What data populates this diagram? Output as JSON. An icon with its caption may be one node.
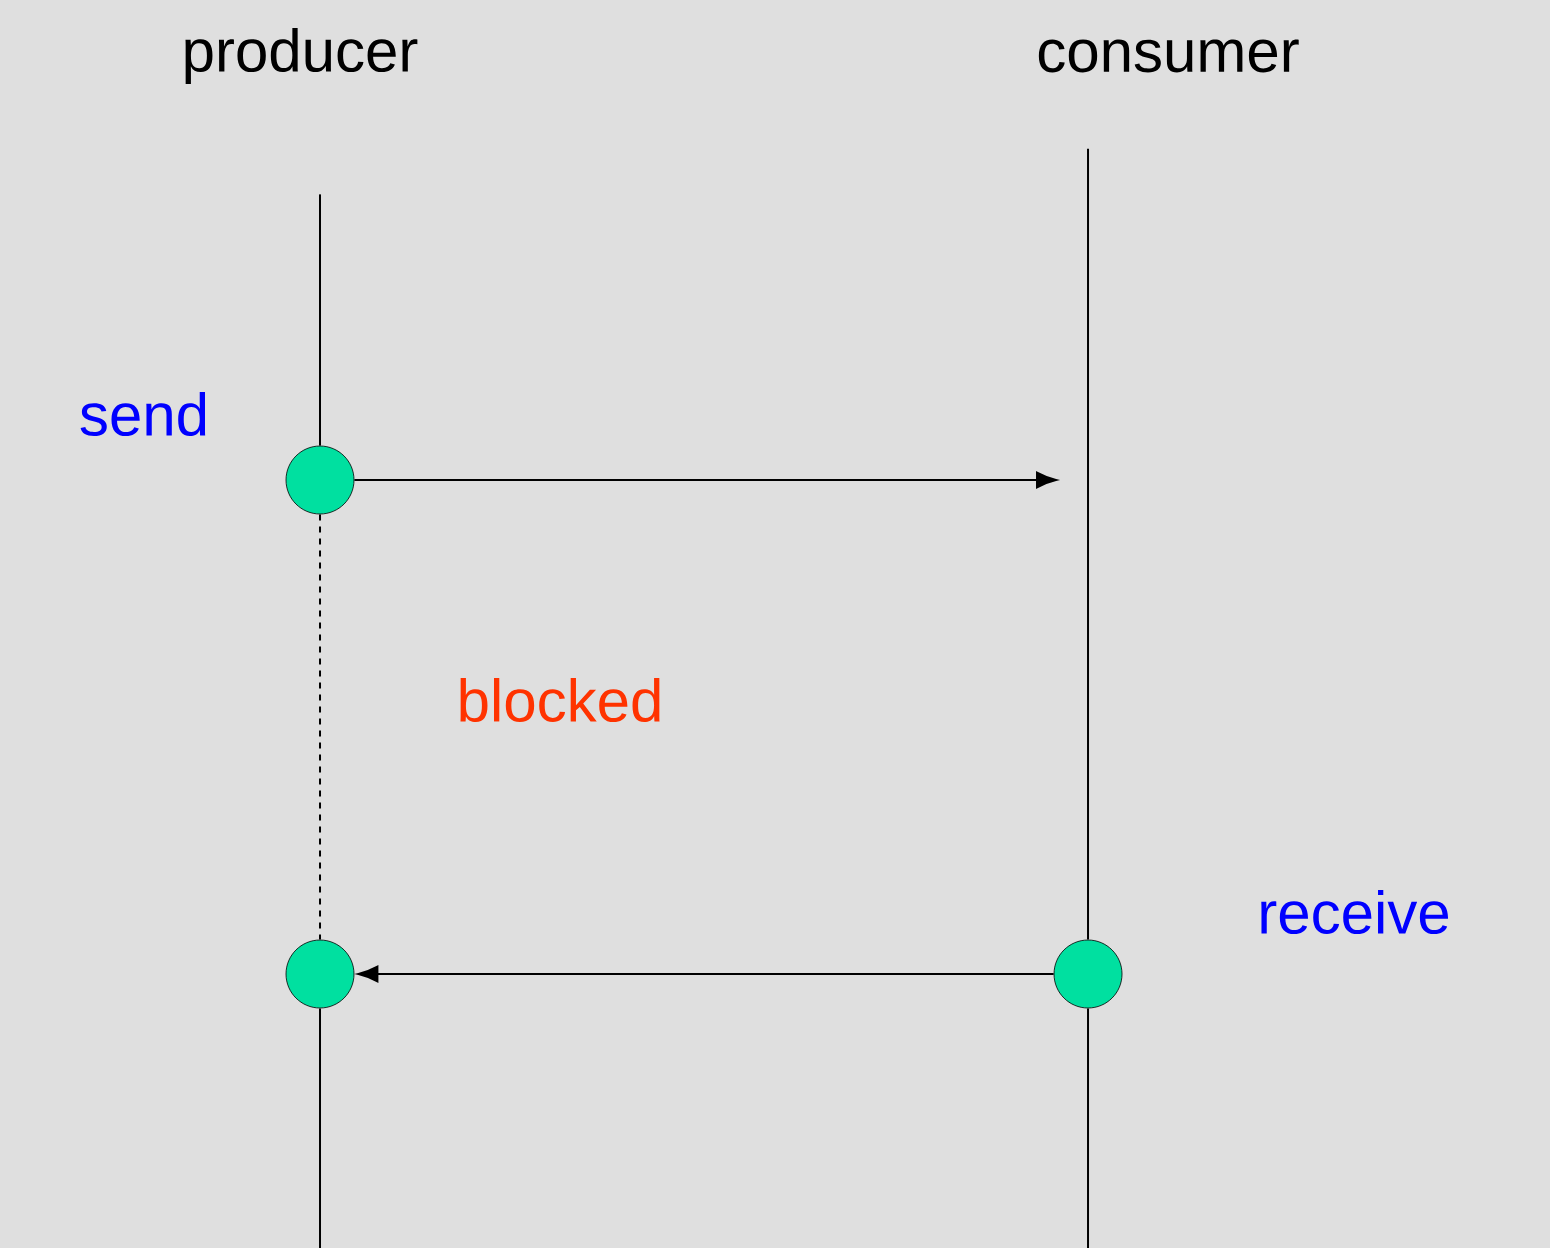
{
  "diagram": {
    "nodes": [
      {
        "text": [
          "producer"
        ]
      },
      {
        "text": [
          "consumer"
        ]
      },
      {
        "text": [],
        "shape": "circle",
        "beside": [
          "send"
        ]
      },
      {
        "text": [],
        "shape": "circle"
      },
      {
        "text": [],
        "shape": "circle",
        "beside": [
          "receive"
        ]
      }
    ],
    "edges": [
      {
        "from": 0,
        "to": 2,
        "arrow": "none"
      },
      {
        "from": 2,
        "to": 3,
        "arrow": "none",
        "style": "dashed",
        "label": "blocked"
      },
      {
        "from": 2,
        "to": null,
        "arrow": "to"
      },
      {
        "from": 4,
        "to": 3,
        "arrow": "to"
      },
      {
        "from": 1,
        "to": 4,
        "arrow": "none"
      },
      {
        "from": 3,
        "to": null,
        "arrow": "none"
      },
      {
        "from": 4,
        "to": null,
        "arrow": "none"
      }
    ]
  }
}
